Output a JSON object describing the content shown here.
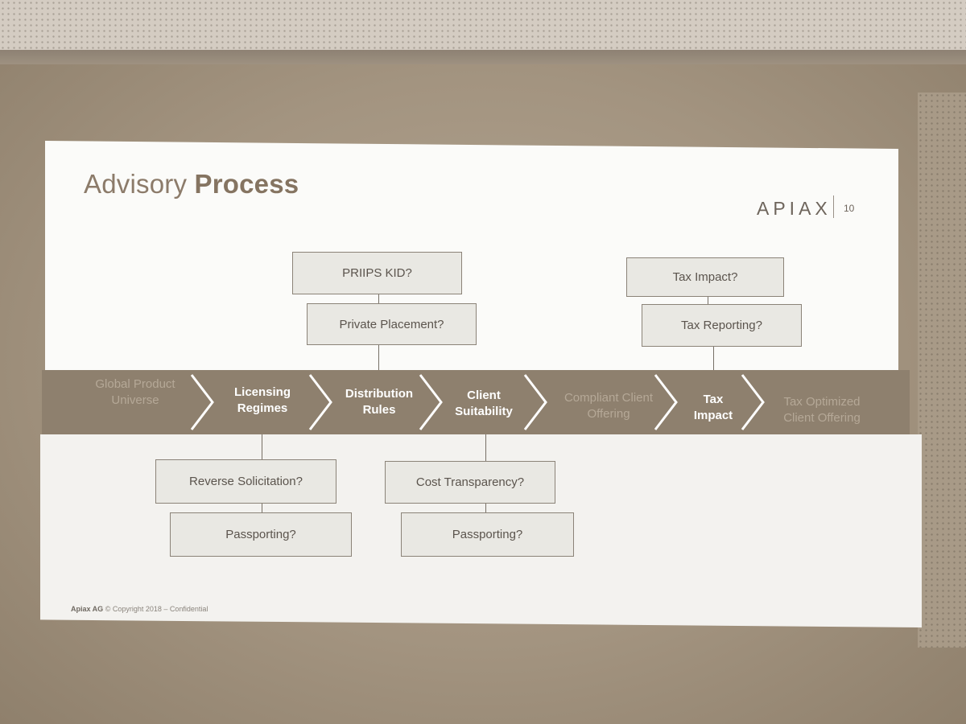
{
  "slide": {
    "title_light": "Advisory",
    "title_bold": "Process",
    "logo": "APIAX",
    "page_number": "10",
    "footer_company": "Apiax AG",
    "footer_text": "© Copyright 2018 – Confidential"
  },
  "process_steps": [
    {
      "label": "Global Product Universe"
    },
    {
      "label": "Licensing Regimes"
    },
    {
      "label": "Distribution Rules"
    },
    {
      "label": "Client Suitability"
    },
    {
      "label": "Compliant Client Offering"
    },
    {
      "label": "Tax Impact"
    },
    {
      "label": "Tax Optimized Client Offering"
    }
  ],
  "top_boxes": {
    "priips": "PRIIPS KID?",
    "private_placement": "Private Placement?",
    "tax_impact": "Tax Impact?",
    "tax_reporting": "Tax Reporting?"
  },
  "bottom_boxes": {
    "reverse_solicitation": "Reverse Solicitation?",
    "passporting_1": "Passporting?",
    "cost_transparency": "Cost Transparency?",
    "passporting_2": "Passporting?"
  },
  "colors": {
    "band": "#8e806e",
    "box_border": "#8b8378",
    "title": "#8c7b6a"
  }
}
